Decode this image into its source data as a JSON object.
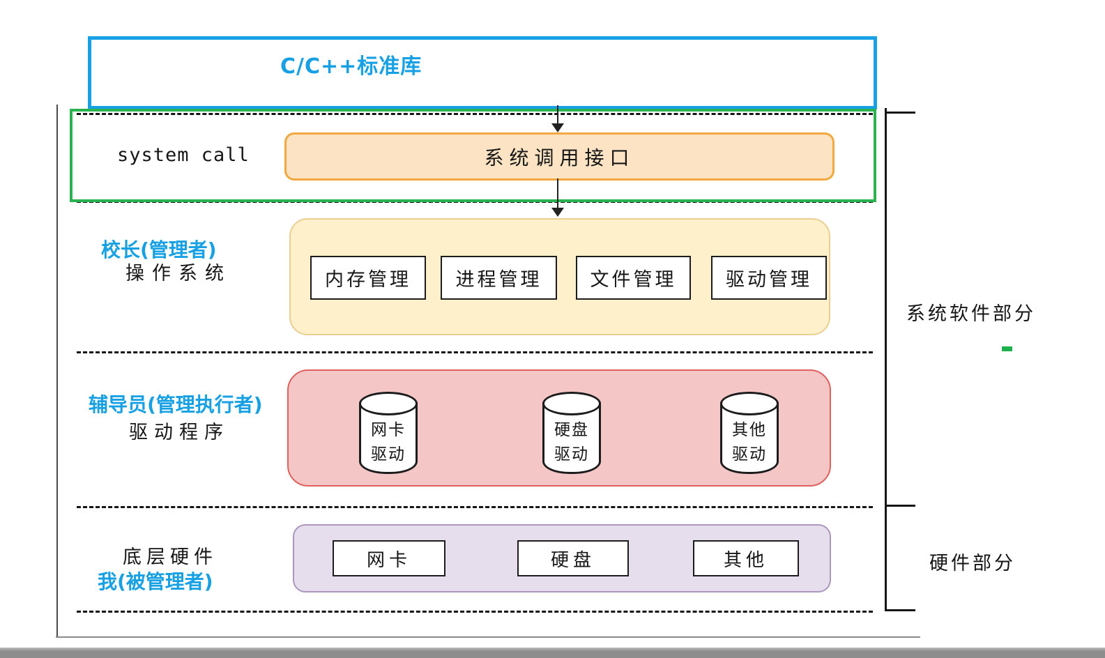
{
  "colors": {
    "blue": "#18a0e4",
    "green": "#2bb351",
    "orange_fill": "#fbe3c4",
    "orange_border": "#f1a83e",
    "yellow_fill": "#fdf0ca",
    "yellow_border": "#e9cf92",
    "pink_fill": "#f4c6c6",
    "pink_border": "#e0605e",
    "purple_fill": "#e6dded",
    "purple_border": "#ab97bd",
    "ink": "#161616"
  },
  "library_box": {
    "label": "C/C++标准库"
  },
  "syscall_layer": {
    "left_label": "system call",
    "box_label": "系统调用接口"
  },
  "os_layer": {
    "role_label": "校长(管理者)",
    "name_label": "操作系统",
    "modules": [
      "内存管理",
      "进程管理",
      "文件管理",
      "驱动管理"
    ]
  },
  "driver_layer": {
    "role_label": "辅导员(管理执行者)",
    "name_label": "驱动程序",
    "drivers": [
      {
        "line1": "网卡",
        "line2": "驱动"
      },
      {
        "line1": "硬盘",
        "line2": "驱动"
      },
      {
        "line1": "其他",
        "line2": "驱动"
      }
    ]
  },
  "hardware_layer": {
    "name_label": "底层硬件",
    "role_label": "我(被管理者)",
    "devices": [
      "网卡",
      "硬盘",
      "其他"
    ]
  },
  "side_labels": {
    "software": "系统软件部分",
    "hardware": "硬件部分"
  }
}
